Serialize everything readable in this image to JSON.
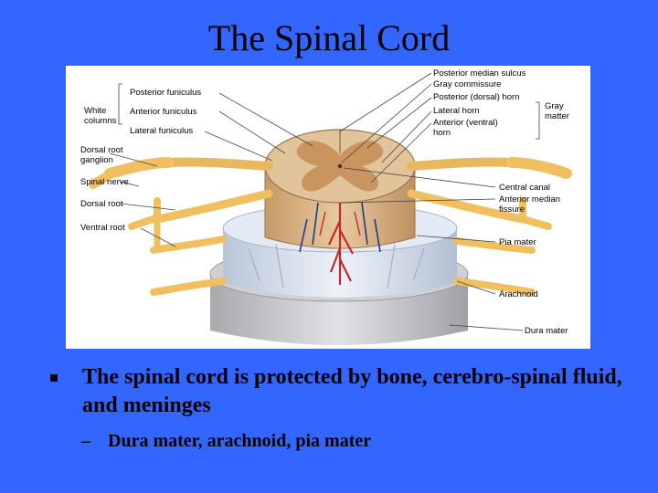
{
  "slide": {
    "title": "The Spinal Cord",
    "bullet_main": "The spinal cord is protected by bone, cerebro-spinal fluid, and meninges",
    "bullet_sub_marker": "–",
    "bullet_sub": "Dura mater, arachnoid, pia mater"
  },
  "diagram": {
    "left_labels": {
      "white_columns_line1": "White",
      "white_columns_line2": "columns",
      "posterior_funiculus": "Posterior funiculus",
      "anterior_funiculus": "Anterior funiculus",
      "lateral_funiculus": "Lateral funiculus",
      "dorsal_root_ganglion_line1": "Dorsal root",
      "dorsal_root_ganglion_line2": "ganglion",
      "spinal_nerve": "Spinal nerve",
      "dorsal_root": "Dorsal root",
      "ventral_root": "Ventral root"
    },
    "right_labels": {
      "posterior_median_sulcus": "Posterior median sulcus",
      "gray_commissure": "Gray commissure",
      "posterior_dorsal_horn": "Posterior (dorsal) horn",
      "lateral_horn": "Lateral horn",
      "anterior_ventral_horn_line1": "Anterior (ventral)",
      "anterior_ventral_horn_line2": "horn",
      "gray_matter_line1": "Gray",
      "gray_matter_line2": "matter",
      "central_canal": "Central canal",
      "anterior_median_fissure_line1": "Anterior median",
      "anterior_median_fissure_line2": "fissure",
      "pia_mater": "Pia mater",
      "arachnoid": "Arachnoid",
      "dura_mater": "Dura mater"
    },
    "colors": {
      "background": "#3366ff",
      "figure_bg": "#ffffff",
      "nerve": "#f0c060",
      "cord_tan": "#d9b58a",
      "gray_matter": "#c8905a",
      "dura": "#c8c8cc",
      "arachnoid": "#dfe6ef",
      "vessel_red": "#c62828",
      "vessel_blue": "#1e3a8a"
    }
  }
}
